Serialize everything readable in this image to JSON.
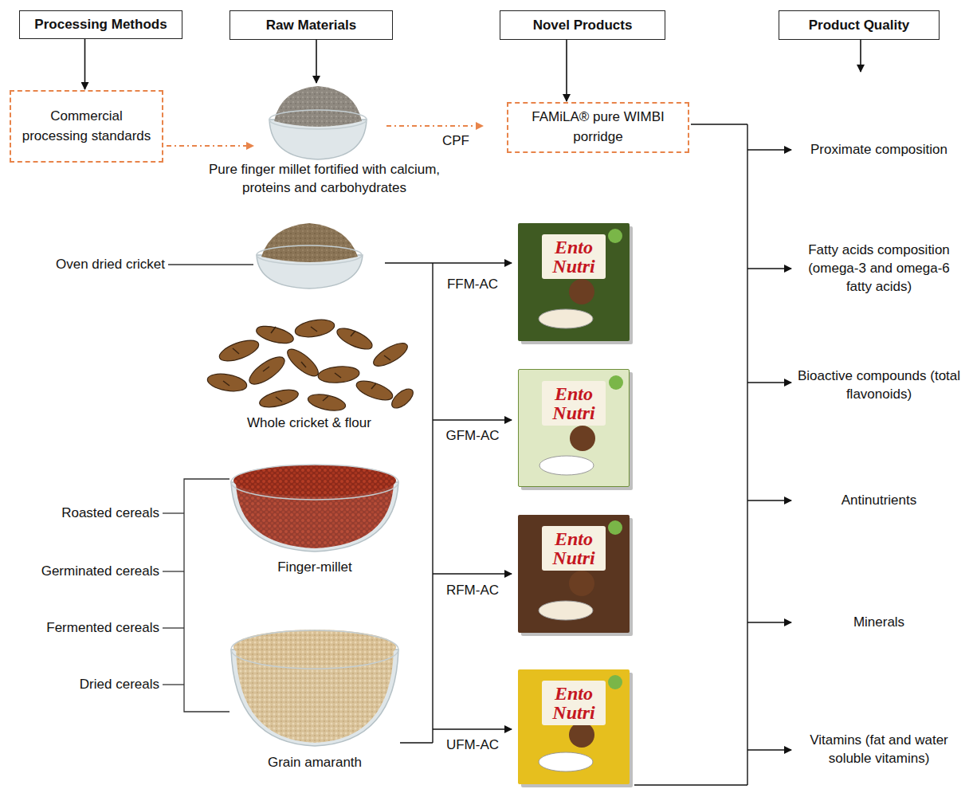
{
  "diagram": {
    "nodes": [
      {
        "text": [
          "Processing Methods"
        ]
      },
      {
        "text": [
          "Raw Materials"
        ]
      },
      {
        "text": [
          "Novel Products"
        ]
      },
      {
        "text": [
          "Product Quality"
        ]
      },
      {
        "text": [
          "Commercial processing standards"
        ]
      },
      {
        "text": [
          "FAMiLA® pure WIMBI porridge"
        ]
      },
      {
        "text": [
          "Ento Nutri"
        ]
      },
      {
        "text": [
          "Ento Nutri"
        ]
      },
      {
        "text": [
          "Ento Nutri"
        ]
      },
      {
        "text": [
          "Ento Nutri"
        ]
      }
    ],
    "edges": [
      {
        "from": 0,
        "to": 4,
        "arrow": "to"
      },
      {
        "from": 2,
        "to": 5,
        "arrow": "to"
      }
    ],
    "labels": [
      "Pure finger millet fortified with calcium, proteins and carbohydrates",
      "CPF",
      "Oven dried cricket",
      "Whole cricket & flour",
      "Roasted cereals",
      "Germinated cereals",
      "Fermented cereals",
      "Dried cereals",
      "Finger-millet",
      "Grain amaranth",
      "FFM-AC",
      "GFM-AC",
      "RFM-AC",
      "UFM-AC",
      "Proximate composition",
      "Fatty acids composition (omega-3 and omega-6 fatty acids)",
      "Bioactive compounds (total flavonoids)",
      "Antinutrients",
      "Minerals",
      "Vitamins (fat and water soluble vitamins)"
    ]
  }
}
